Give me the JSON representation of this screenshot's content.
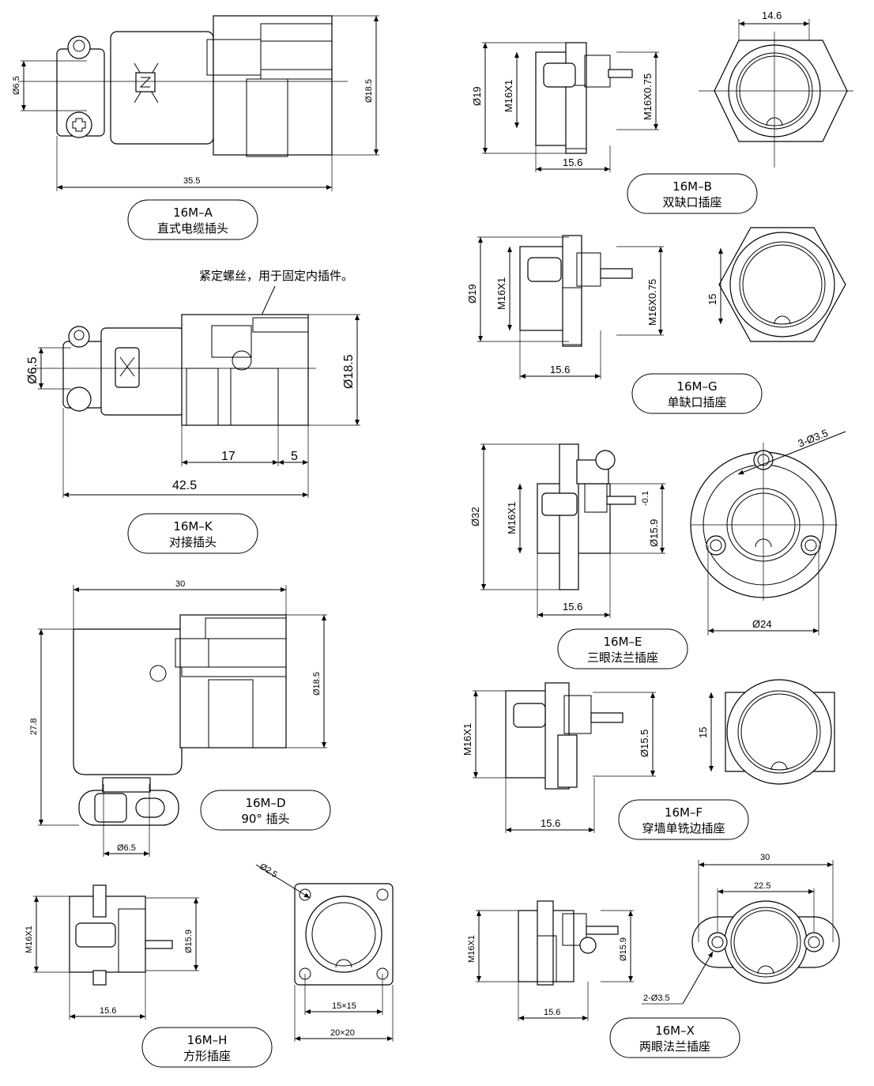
{
  "labels": {
    "a": {
      "code": "16M–A",
      "name": "直式电缆插头"
    },
    "b": {
      "code": "16M–B",
      "name": "双缺口插座"
    },
    "g": {
      "code": "16M–G",
      "name": "单缺口插座"
    },
    "k": {
      "code": "16M–K",
      "name": "对接插头"
    },
    "e": {
      "code": "16M–E",
      "name": "三眼法兰插座"
    },
    "d": {
      "code": "16M–D",
      "name": "90°  插头"
    },
    "f": {
      "code": "16M–F",
      "name": "穿墙单铣边插座"
    },
    "h": {
      "code": "16M–H",
      "name": "方形插座"
    },
    "x": {
      "code": "16M–X",
      "name": "两眼法兰插座"
    }
  },
  "note": "紧定螺丝，用于固定内插件。",
  "dims": {
    "a_len": "35.5",
    "a_dcable": "Ø6.5",
    "a_dbody": "Ø18.5",
    "b_hex": "14.6",
    "b_d19": "Ø19",
    "b_m16": "M16X1",
    "b_m075": "M16X0.75",
    "b_len": "15.6",
    "g_d19": "Ø19",
    "g_m16": "M16X1",
    "g_m075": "M16X0.75",
    "g_len": "15.6",
    "g_15": "15",
    "k_dcable": "Ø6.5",
    "k_dbody": "Ø18.5",
    "k_17": "17",
    "k_5": "5",
    "k_len": "42.5",
    "e_holes": "3-Ø3.5",
    "e_d32": "Ø32",
    "e_m16": "M16X1",
    "e_d159": "Ø15.9",
    "e_tol": "-0.1",
    "e_len": "15.6",
    "e_d24": "Ø24",
    "d_30": "30",
    "d_278": "27.8",
    "d_dbody": "Ø18.5",
    "d_dcable": "Ø6.5",
    "f_m16": "M16X1",
    "f_d155": "Ø15.5",
    "f_len": "15.6",
    "f_15": "15",
    "h_m16": "M16X1",
    "h_d159": "Ø15.9",
    "h_len": "15.6",
    "h_d25": "Ø2.5",
    "h_1515": "15×15",
    "h_2020": "20×20",
    "x_30": "30",
    "x_225": "22.5",
    "x_m16": "M16X1",
    "x_d159": "Ø15.9",
    "x_len": "15.6",
    "x_holes": "2-Ø3.5"
  }
}
